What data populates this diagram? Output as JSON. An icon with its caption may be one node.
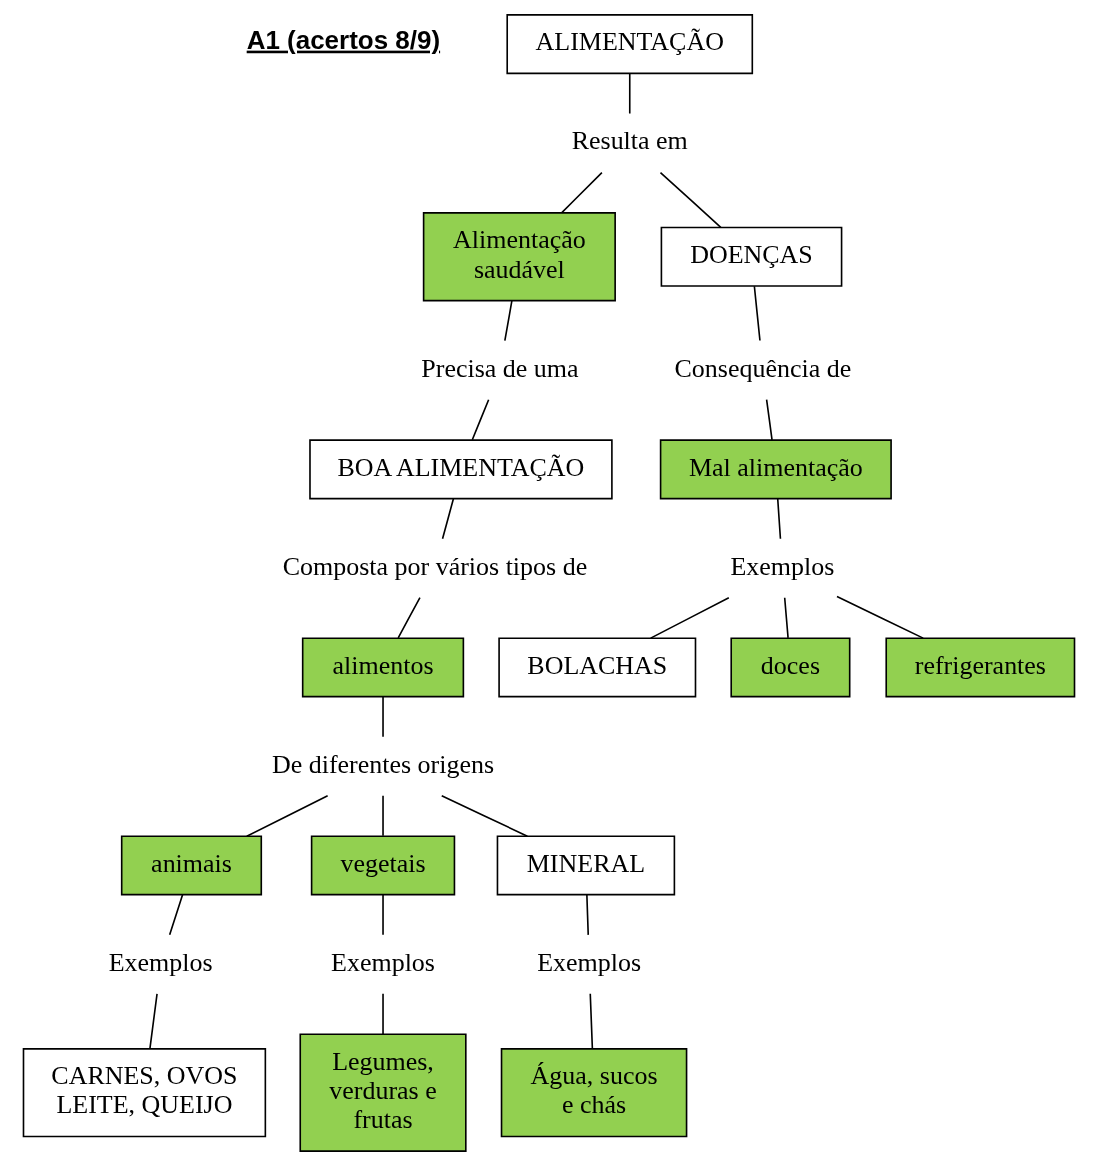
{
  "diagram": {
    "nodes": [
      {
        "text": [
          "ALIMENTAÇÃO"
        ]
      },
      {
        "text": [
          "Resulta em"
        ]
      },
      {
        "text": [
          "Alimentação saudável"
        ]
      },
      {
        "text": [
          "DOENÇAS"
        ]
      },
      {
        "text": [
          "Precisa de uma"
        ]
      },
      {
        "text": [
          "BOA ALIMENTAÇÃO"
        ]
      },
      {
        "text": [
          "Composta por vários tipos de"
        ]
      },
      {
        "text": [
          "alimentos"
        ]
      },
      {
        "text": [
          "Consequência de"
        ]
      },
      {
        "text": [
          "Mal alimentação"
        ]
      },
      {
        "text": [
          "Exemplos"
        ]
      },
      {
        "text": [
          "BOLACHAS"
        ]
      },
      {
        "text": [
          "doces"
        ]
      },
      {
        "text": [
          "refrigerantes"
        ]
      },
      {
        "text": [
          "De diferentes origens"
        ]
      },
      {
        "text": [
          "animais"
        ]
      },
      {
        "text": [
          "vegetais"
        ]
      },
      {
        "text": [
          "MINERAL"
        ]
      },
      {
        "text": [
          "Exemplos"
        ]
      },
      {
        "text": [
          "CARNES, OVOS LEITE, QUEIJO"
        ]
      },
      {
        "text": [
          "Exemplos"
        ]
      },
      {
        "text": [
          "Legumes, verduras e frutas"
        ]
      },
      {
        "text": [
          "Exemplos"
        ]
      },
      {
        "text": [
          "Água, sucos e chás"
        ]
      }
    ],
    "edges": [
      {
        "from": 0,
        "to": 1,
        "arrow": "none"
      },
      {
        "from": 1,
        "to": 2,
        "arrow": "none"
      },
      {
        "from": 1,
        "to": 3,
        "arrow": "none"
      },
      {
        "from": 2,
        "to": 4,
        "arrow": "none"
      },
      {
        "from": 4,
        "to": 5,
        "arrow": "none"
      },
      {
        "from": 3,
        "to": 8,
        "arrow": "none"
      },
      {
        "from": 8,
        "to": 9,
        "arrow": "none"
      },
      {
        "from": 5,
        "to": 6,
        "arrow": "none"
      },
      {
        "from": 6,
        "to": 7,
        "arrow": "none"
      },
      {
        "from": 9,
        "to": 10,
        "arrow": "none"
      },
      {
        "from": 10,
        "to": 11,
        "arrow": "none"
      },
      {
        "from": 10,
        "to": 13,
        "arrow": "none"
      },
      {
        "from": 10,
        "to": 12,
        "arrow": "none"
      },
      {
        "from": 7,
        "to": 14,
        "arrow": "none"
      },
      {
        "from": 14,
        "to": 15,
        "arrow": "none"
      },
      {
        "from": 14,
        "to": 16,
        "arrow": "none"
      },
      {
        "from": 14,
        "to": 17,
        "arrow": "none"
      },
      {
        "from": 15,
        "to": 18,
        "arrow": "none"
      },
      {
        "from": 18,
        "to": 19,
        "arrow": "none"
      },
      {
        "from": 16,
        "to": 20,
        "arrow": "none"
      },
      {
        "from": 20,
        "to": 21,
        "arrow": "none"
      },
      {
        "from": 17,
        "to": 22,
        "arrow": "none"
      },
      {
        "from": 22,
        "to": 23,
        "arrow": "none"
      }
    ],
    "labels": [
      "A1 (acertos 8/9)"
    ]
  }
}
